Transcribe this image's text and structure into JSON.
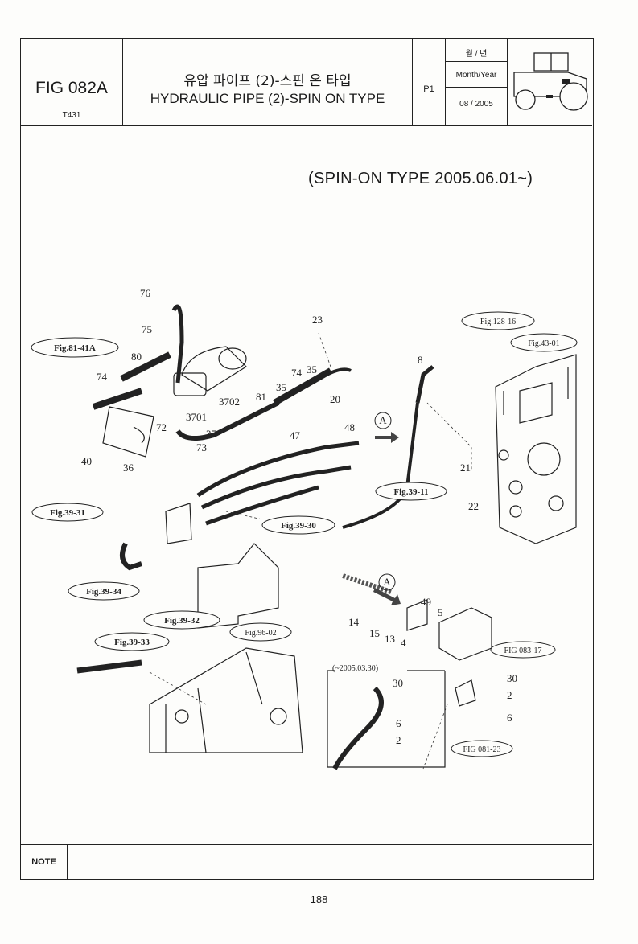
{
  "header": {
    "fig_number": "FIG 082A",
    "model_code": "T431",
    "title_korean": "유압 파이프 (2)-스핀 온 타입",
    "title_english": "HYDRAULIC PIPE (2)-SPIN ON TYPE",
    "page_code": "P1",
    "date_label_korean": "월 / 년",
    "date_label_english": "Month/Year",
    "date_value": "08 / 2005",
    "icon": "tractor-icon"
  },
  "diagram": {
    "spin_on_note": "(SPIN-ON TYPE 2005.06.01~)",
    "inset_label": "(~2005.03.30)",
    "arrow_marker": "A",
    "part_labels": {
      "p76": "76",
      "p75": "75",
      "p80": "80",
      "p74a": "74",
      "p40": "40",
      "p36": "36",
      "p72": "72",
      "p3701": "3701",
      "p3702": "3702",
      "p37": "37",
      "p73": "73",
      "p23": "23",
      "p81": "81",
      "p35a": "35",
      "p74b": "74",
      "p35b": "35",
      "p20": "20",
      "p8": "8",
      "p47": "47",
      "p48": "48",
      "p21": "21",
      "p22": "22",
      "p14": "14",
      "p15": "15",
      "p13": "13",
      "p4": "4",
      "p49": "49",
      "p5": "5",
      "p30a": "30",
      "p6a": "6",
      "p2a": "2",
      "p30b": "30",
      "p2b": "2",
      "p6b": "6"
    },
    "fig_refs": {
      "r81_41a": "Fig.81-41A",
      "r128_16": "Fig.128-16",
      "r43_01": "Fig.43-01",
      "r39_11": "Fig.39-11",
      "r39_31": "Fig.39-31",
      "r39_30": "Fig.39-30",
      "r39_34": "Fig.39-34",
      "r39_32": "Fig.39-32",
      "r96_02": "Fig.96-02",
      "r39_33": "Fig.39-33",
      "r083_17": "FIG 083-17",
      "r081_23": "FIG 081-23"
    }
  },
  "note": {
    "label": "NOTE",
    "text": ""
  },
  "footer": {
    "page_number": "188"
  }
}
